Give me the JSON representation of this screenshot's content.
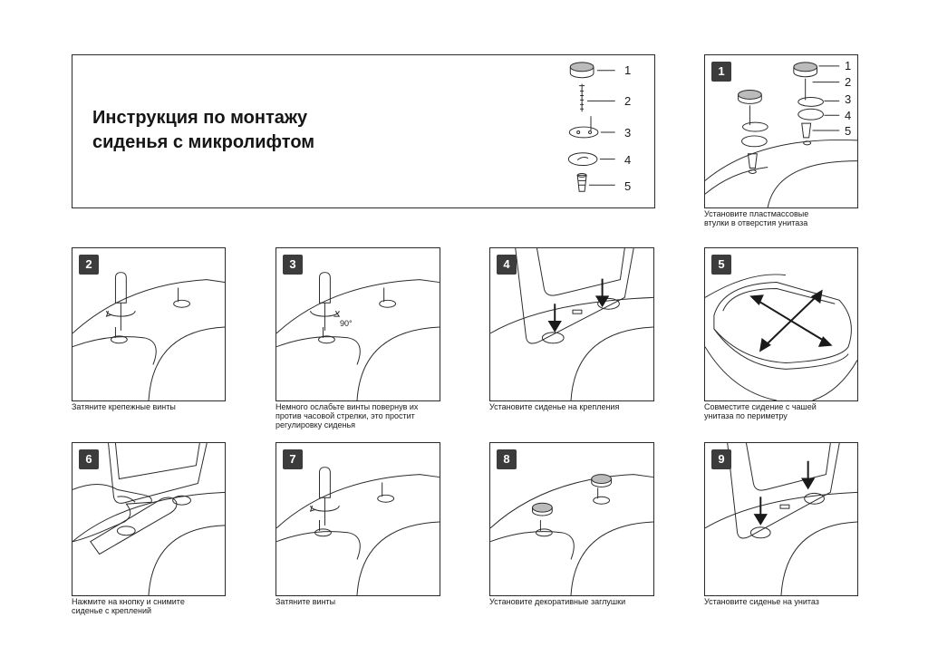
{
  "header": {
    "title_line1": "Инструкция по монтажу",
    "title_line2": "сиденья с микролифтом",
    "parts": [
      "1",
      "2",
      "3",
      "4",
      "5"
    ]
  },
  "steps": [
    {
      "number": "1",
      "caption_lines": [
        "Установите пластмассовые",
        "втулки в отверстия унитаза"
      ],
      "parts": [
        "1",
        "2",
        "3",
        "4",
        "5"
      ]
    },
    {
      "number": "2",
      "caption_lines": [
        "Затяните крепежные винты"
      ]
    },
    {
      "number": "3",
      "caption_lines": [
        "Немного ослабьте винты повернув их",
        "против часовой стрелки, это простит",
        "регулировку сиденья"
      ],
      "angle_label": "90°"
    },
    {
      "number": "4",
      "caption_lines": [
        "Установите сиденье на крепления"
      ]
    },
    {
      "number": "5",
      "caption_lines": [
        "Совместите сидение с чашей",
        "унитаза по периметру"
      ]
    },
    {
      "number": "6",
      "caption_lines": [
        "Нажмите на кнопку и снимите",
        "сиденье с креплений"
      ]
    },
    {
      "number": "7",
      "caption_lines": [
        "Затяните винты"
      ]
    },
    {
      "number": "8",
      "caption_lines": [
        "Установите декоративные заглушки"
      ]
    },
    {
      "number": "9",
      "caption_lines": [
        "Установите сиденье на унитаз"
      ]
    }
  ],
  "colors": {
    "badge": "#3c3c3c",
    "line": "#2a2a2a"
  }
}
